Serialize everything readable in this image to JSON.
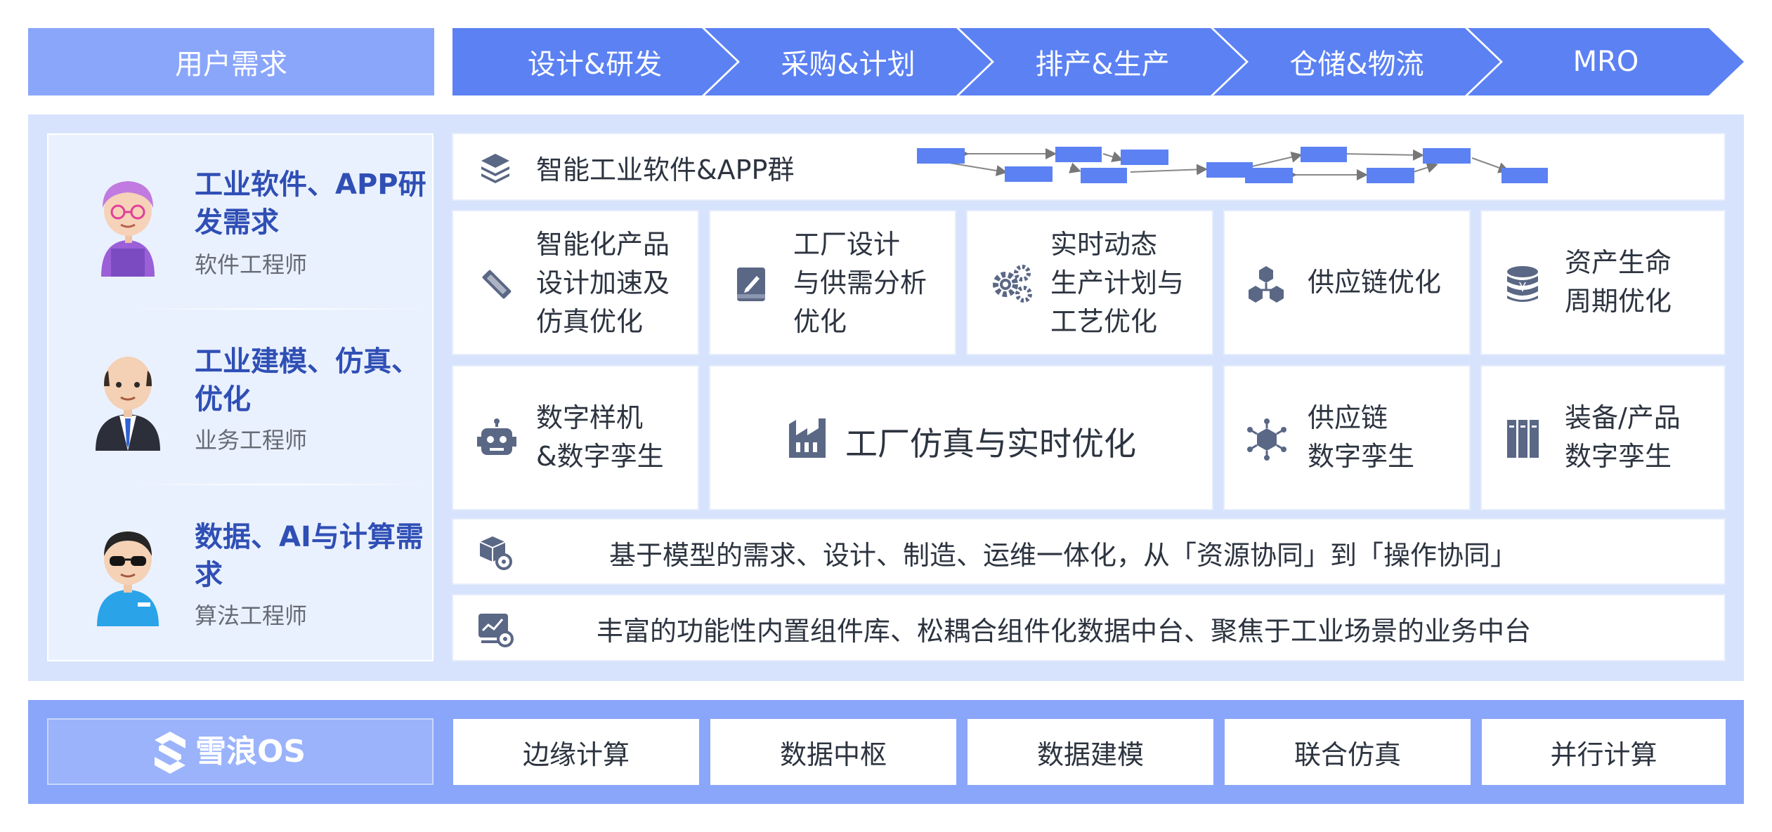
{
  "header": {
    "user_demand": "用户需求",
    "stages": [
      "设计&研发",
      "采购&计划",
      "排产&生产",
      "仓储&物流",
      "MRO"
    ]
  },
  "personas": [
    {
      "title": "工业软件、APP研发需求",
      "role": "软件工程师"
    },
    {
      "title": "工业建模、仿真、优化",
      "role": "业务工程师"
    },
    {
      "title": "数据、AI与计算需求",
      "role": "算法工程师"
    }
  ],
  "app_group": {
    "label": "智能工业软件&APP群",
    "icon": "layers-icon"
  },
  "row1": [
    {
      "text": "智能化产品\n设计加速及\n仿真优化",
      "icon": "pencil-ruler-icon"
    },
    {
      "text": "工厂设计\n与供需分析\n优化",
      "icon": "book-edit-icon"
    },
    {
      "text": "实时动态\n生产计划与\n工艺优化",
      "icon": "gears-icon"
    },
    {
      "text": "供应链优化",
      "icon": "cubes-icon"
    },
    {
      "text": "资产生命\n周期优化",
      "icon": "coins-icon"
    }
  ],
  "row2": [
    {
      "text": "数字样机\n&数字孪生",
      "icon": "robot-icon"
    },
    {
      "text": "工厂仿真与实时优化",
      "icon": "factory-icon"
    },
    {
      "text": "供应链\n数字孪生",
      "icon": "network-cube-icon"
    },
    {
      "text": "装备/产品\n数字孪生",
      "icon": "binders-icon"
    }
  ],
  "model_line": {
    "text": "基于模型的需求、设计、制造、运维一体化，从「资源协同」到「操作协同」",
    "icon": "box-gear-icon"
  },
  "platform_line": {
    "text": "丰富的功能性内置组件库、松耦合组件化数据中台、聚焦于工业场景的业务中台",
    "icon": "chart-gear-icon"
  },
  "os": {
    "name": "雪浪OS"
  },
  "foundation": [
    "边缘计算",
    "数据中枢",
    "数据建模",
    "联合仿真",
    "并行计算"
  ],
  "colors": {
    "primary": "#5b81f3",
    "light": "#8aa6fb",
    "panel": "#d7e3fd",
    "icon": "#5a6785"
  }
}
